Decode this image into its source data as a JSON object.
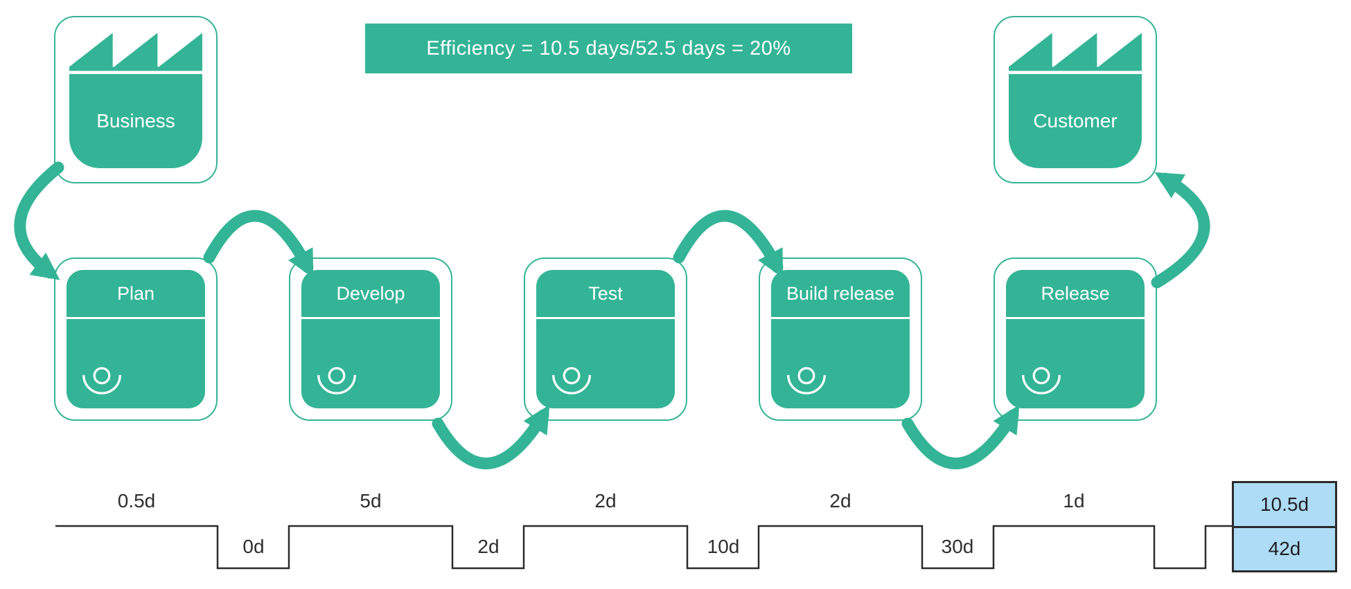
{
  "banner": {
    "text": "Efficiency = 10.5 days/52.5 days = 20%"
  },
  "entities": {
    "business": {
      "label": "Business",
      "icon": "factory-icon"
    },
    "customer": {
      "label": "Customer",
      "icon": "factory-icon"
    }
  },
  "processes": [
    {
      "label": "Plan",
      "icon": "person-icon"
    },
    {
      "label": "Develop",
      "icon": "person-icon"
    },
    {
      "label": "Test",
      "icon": "person-icon"
    },
    {
      "label": "Build release",
      "icon": "person-icon"
    },
    {
      "label": "Release",
      "icon": "person-icon"
    }
  ],
  "flow_arrows": [
    "business-to-plan",
    "plan-to-develop",
    "develop-to-test",
    "test-to-build-release",
    "build-release-to-release",
    "release-to-customer"
  ],
  "timeline": {
    "touch_times": [
      "0.5d",
      "5d",
      "2d",
      "2d",
      "1d"
    ],
    "wait_times": [
      "0d",
      "2d",
      "10d",
      "30d"
    ],
    "totals": {
      "touch_time": "10.5d",
      "lead_time": "42d"
    }
  },
  "colors": {
    "accent": "#34b496",
    "totals_fill": "#aedcf6",
    "timeline_line": "#2b2b2b",
    "label_text": "#2e2e2e",
    "box_text": "#ffffff"
  }
}
